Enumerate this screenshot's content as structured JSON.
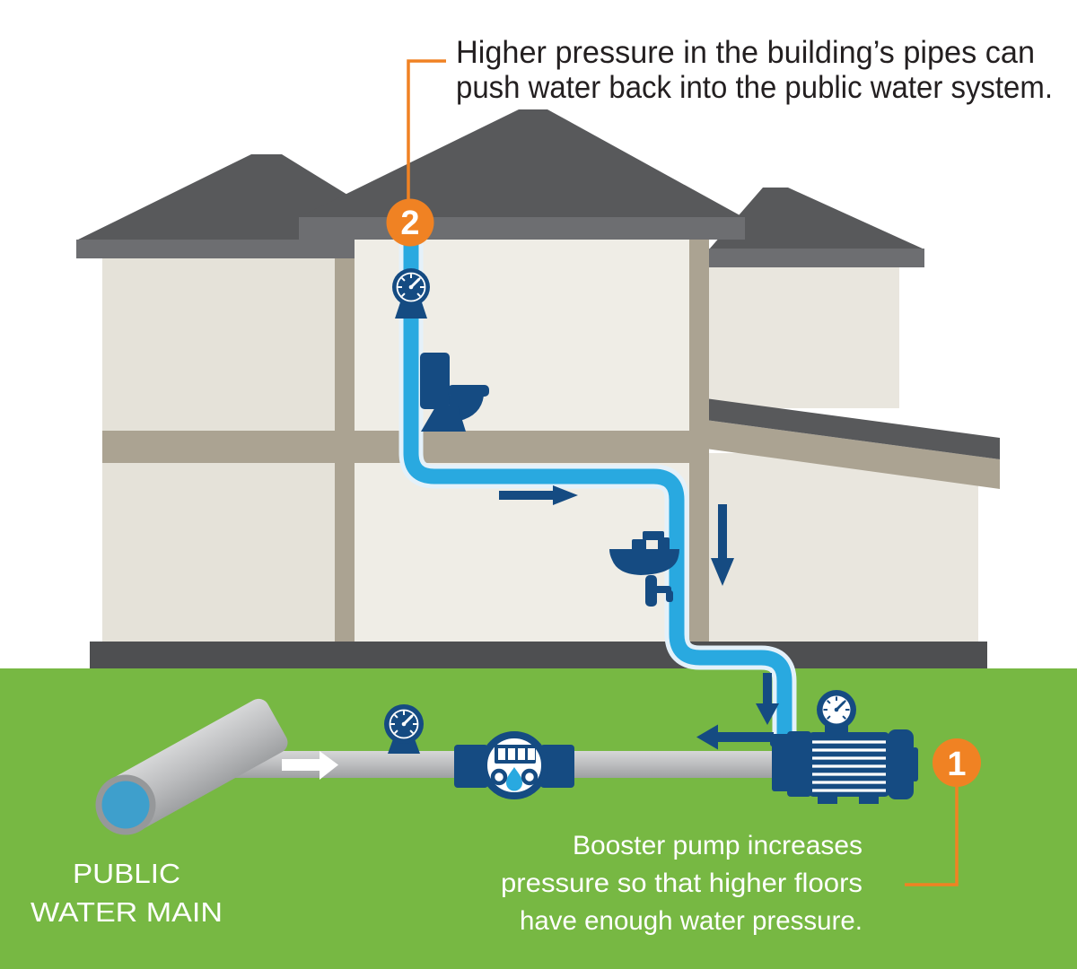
{
  "colors": {
    "green": "#77B843",
    "navy": "#154B82",
    "pipe_blue": "#29A9E0",
    "pipe_outline": "#E4F1FA",
    "main_blue": "#3E9FCC",
    "ring_gray": "#96989A",
    "orange": "#F08223",
    "roof_dark": "#58595B",
    "roof_fascia": "#6D6E71",
    "foundation": "#4E4F51",
    "wall_left": "#E5E2D9",
    "wall_center": "#EFEDE6",
    "wall_right": "#E9E6DE",
    "tan": "#ABA392",
    "pipe_gray_light": "#D6D7D8",
    "pipe_gray": "#BCBDBF",
    "pipe_gray_dark": "#9EA0A2",
    "text_dark": "#231F20",
    "white": "#FFFFFF"
  },
  "annotations": {
    "step_2": {
      "number": "2",
      "caption": [
        "Higher pressure in the building’s pipes can",
        "push water back into the public water system."
      ]
    },
    "step_1": {
      "number": "1",
      "caption": [
        "Booster pump increases",
        "pressure so that higher floors",
        "have enough water pressure."
      ]
    }
  },
  "labels": {
    "public_water_main": [
      "PUBLIC",
      "WATER MAIN"
    ]
  },
  "icons": {
    "pressure_gauge": "circular dial with needle and tick marks",
    "water_meter": "round register with four windows, two dials and a water drop",
    "booster_pump": "finned motor body with gauge and flanges",
    "toilet": "tank, seat and bowl silhouette",
    "sink": "faucet over basin with pedestal valve",
    "flow_arrow": "solid directional arrow"
  }
}
